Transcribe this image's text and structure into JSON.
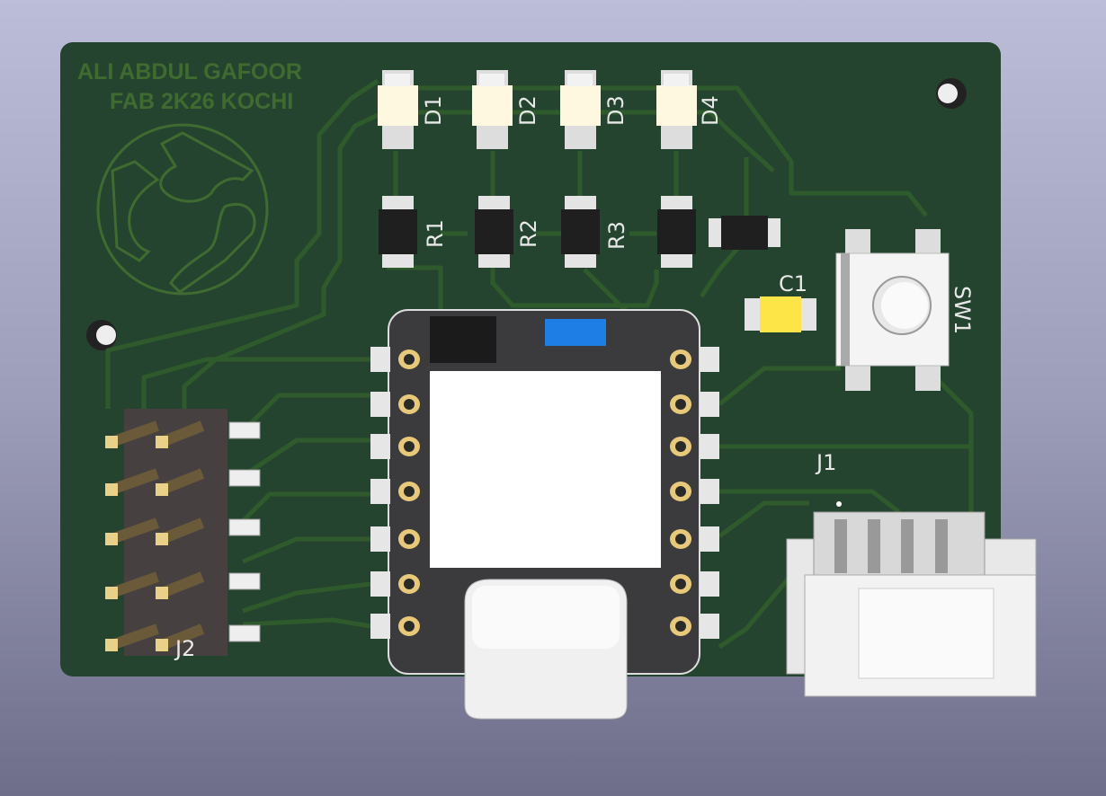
{
  "board": {
    "author_line": "ALI ABDUL GAFOOR",
    "lab_line": "FAB 2K26 KOCHI",
    "logo": "fab-lab-logo"
  },
  "references": {
    "d1": "D1",
    "d2": "D2",
    "d3": "D3",
    "d4": "D4",
    "r1": "R1",
    "r2": "R2",
    "r3": "R3",
    "c1": "C1",
    "sw1": "SW1",
    "j1": "J1",
    "j2": "J2"
  },
  "colors": {
    "board": "#244430",
    "trace": "#2f5a2b",
    "module": "#3b3b3d",
    "silkscreen": "#e8e8e8"
  }
}
